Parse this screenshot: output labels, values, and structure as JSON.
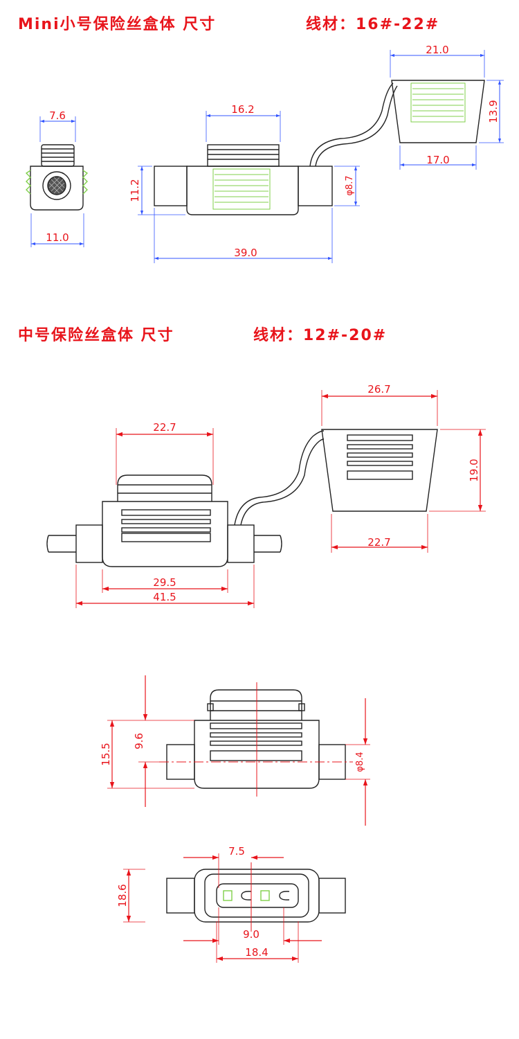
{
  "mini": {
    "title": "Mini小号保险丝盒体 尺寸",
    "wire_label": "线材：16#-22#",
    "dims": {
      "side_width": "7.6",
      "side_base": "11.0",
      "cap_top": "16.2",
      "body_height": "11.2",
      "wire_dia": "φ8.7",
      "length": "39.0",
      "cover_top": "21.0",
      "cover_height": "13.9",
      "cover_bottom": "17.0"
    }
  },
  "medium": {
    "title": "中号保险丝盒体 尺寸",
    "wire_label": "线材：12#-20#",
    "dims": {
      "cap_top": "22.7",
      "cover_top": "26.7",
      "cover_height": "19.0",
      "cover_bottom": "22.7",
      "body_width": "29.5",
      "total_length": "41.5",
      "front_height": "15.5",
      "front_upper": "9.6",
      "front_wire_dia": "φ8.4",
      "top_slot": "7.5",
      "top_height": "18.6",
      "top_inner": "9.0",
      "top_width": "18.4"
    }
  },
  "colors": {
    "dimension": "#e8141b",
    "outline": "#222222",
    "insert": "#7fcf4a"
  }
}
